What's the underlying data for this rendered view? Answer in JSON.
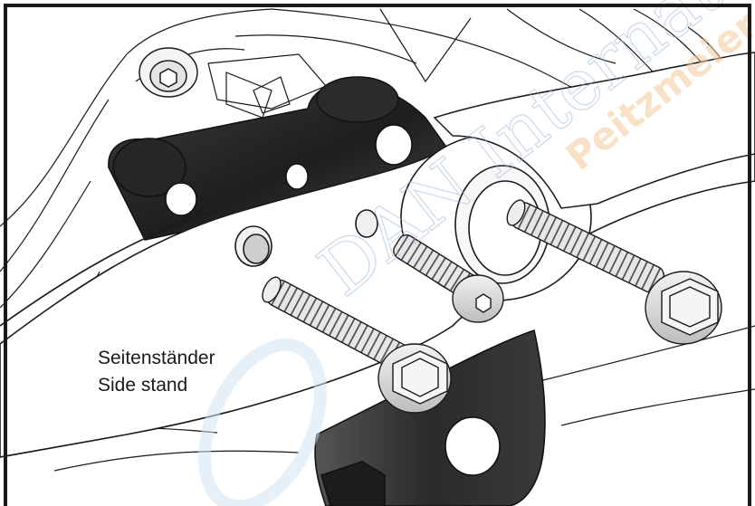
{
  "figure": {
    "caption_de": "Seitenständer",
    "caption_en": "Side stand",
    "watermark_main": "DAN International",
    "watermark_brand": "Peitzmeier"
  },
  "colors": {
    "ink": "#1a1a1a",
    "dark_part": "#2e2e2e",
    "bolt": "#d9d9d9",
    "watermark_blue": "#cfe4f5",
    "watermark_orange": "#f6d7b0"
  }
}
